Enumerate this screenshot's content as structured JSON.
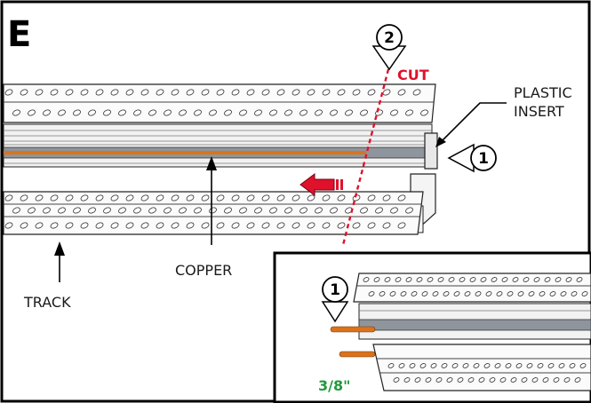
{
  "step_letter": "E",
  "labels": {
    "cut": "CUT",
    "plastic_insert_line1": "PLASTIC",
    "plastic_insert_line2": "INSERT",
    "copper": "COPPER",
    "track": "TRACK",
    "measurement": "3/8\""
  },
  "callouts": {
    "step_1": "1",
    "step_2": "2",
    "inset_step_1": "1"
  },
  "colors": {
    "cut_line": "#e0112b",
    "arrow_red": "#e0112b",
    "copper": "#d9731c",
    "measurement": "#1e9a3c",
    "outline": "#1a1a1a"
  }
}
